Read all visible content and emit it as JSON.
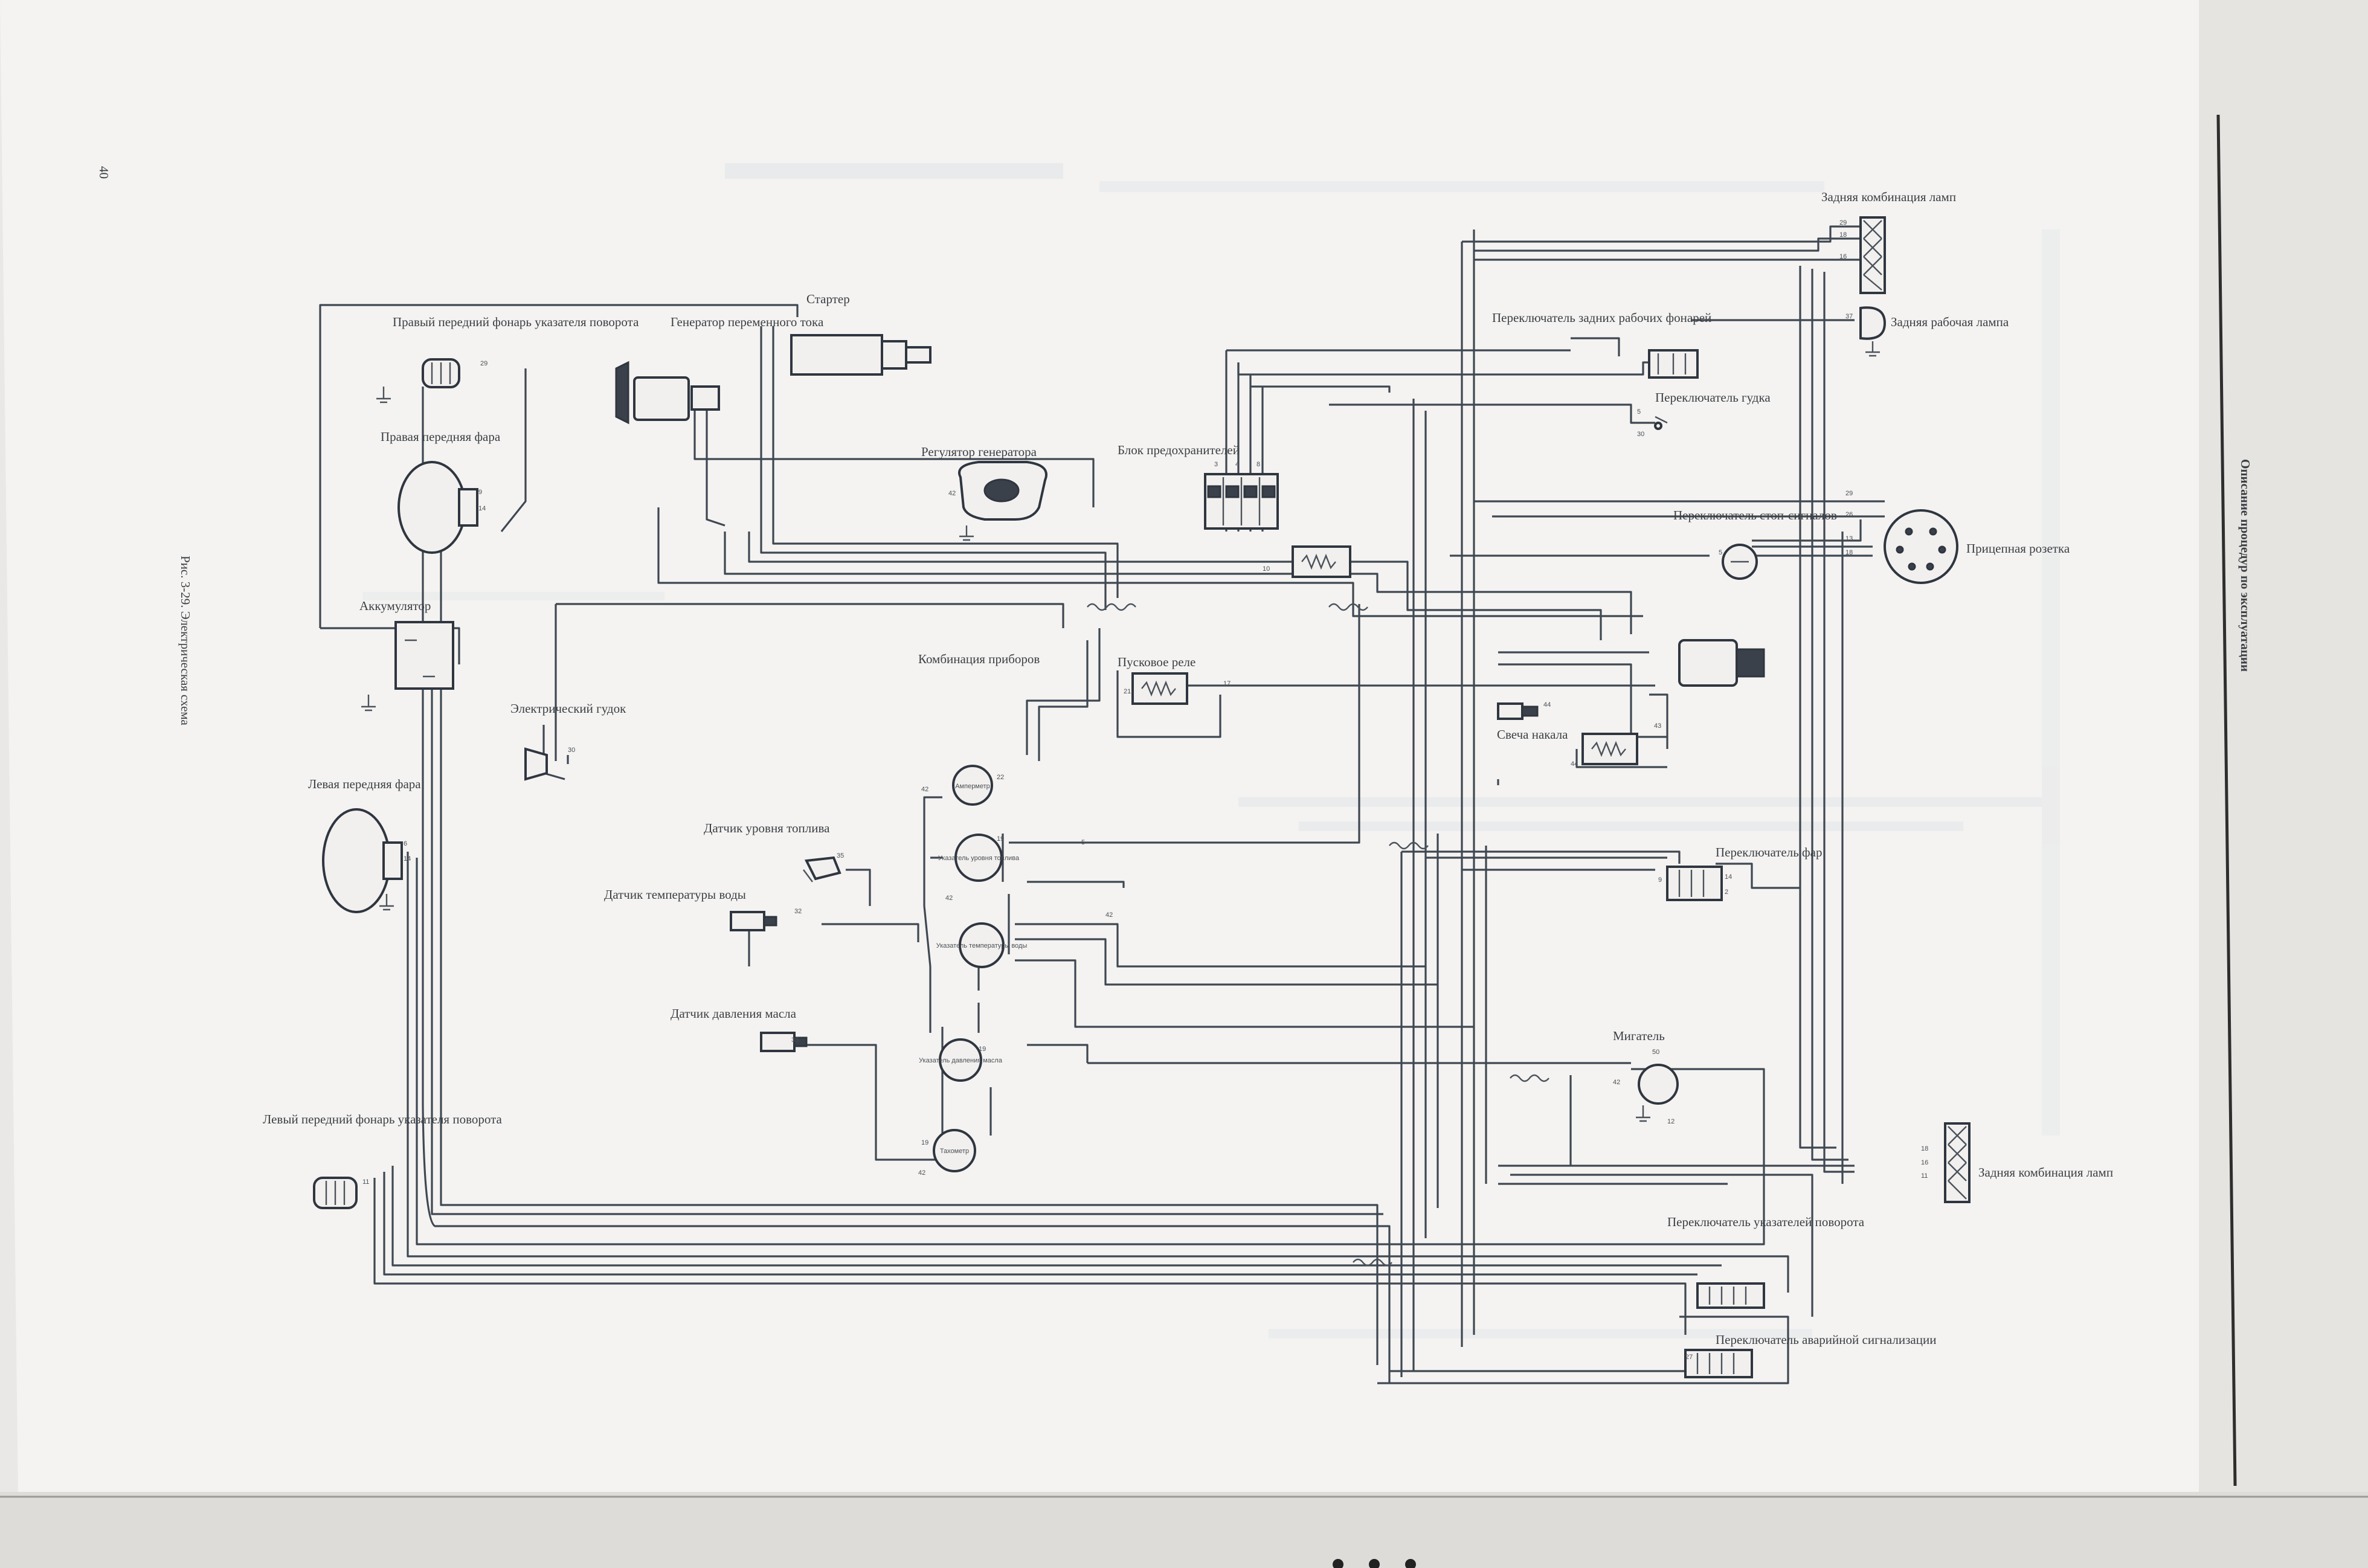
{
  "page": {
    "page_number": "40",
    "header_title": "Описание процедур по эксплуатации",
    "figure_caption": "Рис. 3-29. Электрическая схема"
  },
  "components": {
    "right_front_turn": "Правый передний фонарь указателя поворота",
    "starter": "Стартер",
    "alternator": "Генератор переменного тока",
    "right_headlight": "Правая передняя фара",
    "regulator": "Регулятор генератора",
    "fuse_block": "Блок предохранителей",
    "battery": "Аккумулятор",
    "horn": "Электрический гудок",
    "left_headlight": "Левая передняя фара",
    "instrument_cluster": "Комбинация приборов",
    "start_relay": "Пусковое реле",
    "fuel_sensor": "Датчик уровня топлива",
    "water_temp_sensor": "Датчик температуры воды",
    "oil_pressure_sensor": "Датчик давления масла",
    "left_front_turn": "Левый передний фонарь указателя поворота",
    "rear_combination_top": "Задняя комбинация ламп",
    "rear_work_switch": "Переключатель задних рабочих фонарей",
    "rear_work_lamp": "Задняя рабочая лампа",
    "horn_switch": "Переключатель гудка",
    "stop_switch": "Переключатель стоп-сигналов",
    "trailer_socket": "Прицепная розетка",
    "glow_plug": "Свеча накала",
    "headlight_switch": "Переключатель фар",
    "flasher": "Мигатель",
    "rear_combination_bottom": "Задняя комбинация ламп",
    "turn_switch": "Переключатель указателей поворота",
    "hazard_switch": "Переключатель аварийной сигнализации"
  },
  "gauges": {
    "ammeter": "Амперметр",
    "fuel_gauge": "Указатель уровня топлива",
    "temp_gauge": "Указатель температуры воды",
    "oil_gauge": "Указатель давления масла",
    "tachometer": "Тахометр"
  },
  "wire_numbers": {
    "w29": "29",
    "w26": "26",
    "w18": "18",
    "w16": "16",
    "w37": "37",
    "w5": "5",
    "w42": "42",
    "w14": "14",
    "w9": "9",
    "w6": "6",
    "w30": "30",
    "w22": "22",
    "w19": "19",
    "w35": "35",
    "w32": "32",
    "w33": "33",
    "w13": "13",
    "w27": "27",
    "w50": "50",
    "w12": "12",
    "w44": "44",
    "w43": "43",
    "w10": "10",
    "w11": "11",
    "w17": "17",
    "w2": "2",
    "w3": "3",
    "w4": "4",
    "w8": "8",
    "w21": "21"
  },
  "colors": {
    "paper": "#f4f3f1",
    "ink": "#3f4852",
    "text": "#3b3f44",
    "background": "#8e8a85"
  }
}
